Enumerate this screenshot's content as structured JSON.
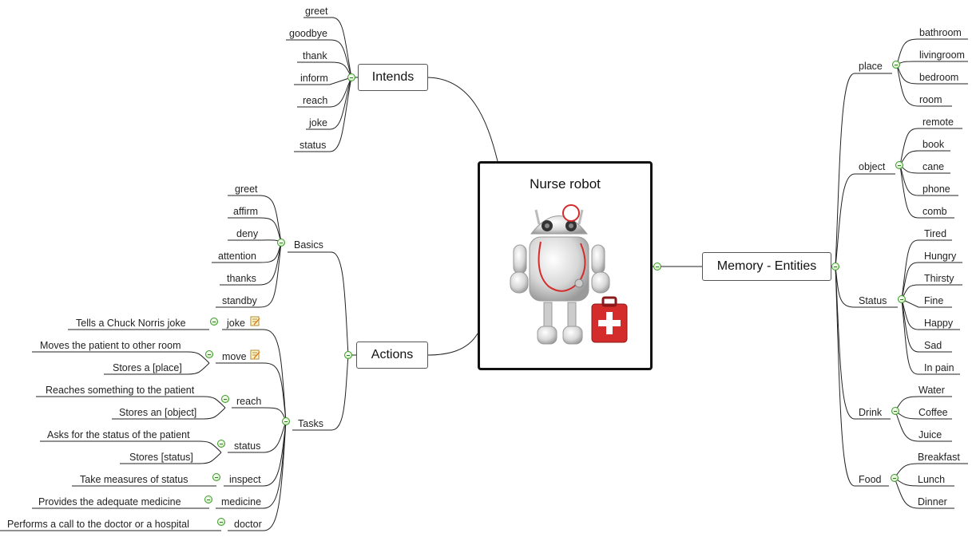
{
  "root": {
    "title": "Nurse robot"
  },
  "intends": {
    "label": "Intends",
    "items": [
      "greet",
      "goodbye",
      "thank",
      "inform",
      "reach",
      "joke",
      "status"
    ]
  },
  "actions": {
    "label": "Actions",
    "basics": {
      "label": "Basics",
      "items": [
        "greet",
        "affirm",
        "deny",
        "attention",
        "thanks",
        "standby"
      ]
    },
    "tasks": {
      "label": "Tasks",
      "joke": {
        "label": "joke",
        "desc": "Tells a Chuck Norris joke"
      },
      "move": {
        "label": "move",
        "desc1": "Moves the patient to other room",
        "desc2": "Stores a [place]"
      },
      "reach": {
        "label": "reach",
        "desc1": "Reaches something to the patient",
        "desc2": "Stores an [object]"
      },
      "status": {
        "label": "status",
        "desc1": "Asks for the status of the patient",
        "desc2": "Stores [status]"
      },
      "inspect": {
        "label": "inspect",
        "desc": "Take measures of status"
      },
      "medicine": {
        "label": "medicine",
        "desc": "Provides the adequate medicine"
      },
      "doctor": {
        "label": "doctor",
        "desc": "Performs a call to the doctor or a hospital"
      }
    }
  },
  "memory": {
    "label": "Memory - Entities",
    "place": {
      "label": "place",
      "items": [
        "bathroom",
        "livingroom",
        "bedroom",
        "room"
      ]
    },
    "object": {
      "label": "object",
      "items": [
        "remote",
        "book",
        "cane",
        "phone",
        "comb"
      ]
    },
    "status": {
      "label": "Status",
      "items": [
        "Tired",
        "Hungry",
        "Thirsty",
        "Fine",
        "Happy",
        "Sad",
        "In pain"
      ]
    },
    "drink": {
      "label": "Drink",
      "items": [
        "Water",
        "Coffee",
        "Juice"
      ]
    },
    "food": {
      "label": "Food",
      "items": [
        "Breakfast",
        "Lunch",
        "Dinner"
      ]
    }
  },
  "colors": {
    "line": "#222222",
    "toggle": "#3a9a2a",
    "kit": "#d42b2b"
  }
}
